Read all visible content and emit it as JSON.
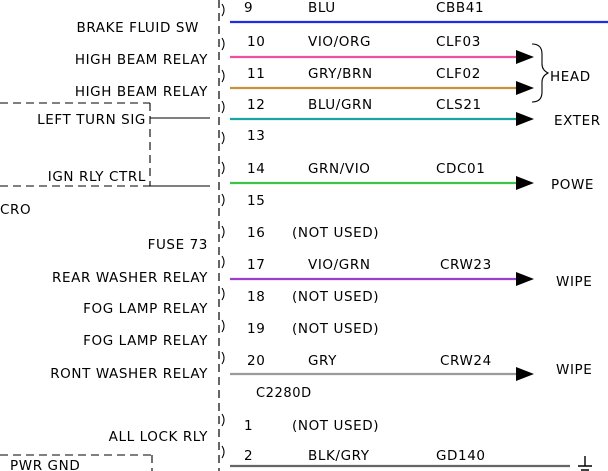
{
  "connector_label": "C2280D",
  "wire_colors": {
    "BLU": "#1f2be8",
    "VIO/ORG": "#ef4f9e",
    "GRY/BRN": "#c8913c",
    "BLU/GRN": "#1aa3a0",
    "GRN/VIO": "#3bc44a",
    "VIO/GRN": "#9b3fd3",
    "GRY": "#9a9a9a",
    "BLK/GRY": "#666666",
    "connector": "#000000"
  },
  "left_labels": [
    {
      "id": "brake-fluid-sw",
      "text": "BRAKE FLUID SW"
    },
    {
      "id": "high-beam-relay-1",
      "text": "HIGH BEAM RELAY"
    },
    {
      "id": "high-beam-relay-2",
      "text": "HIGH BEAM RELAY"
    },
    {
      "id": "left-turn-sig",
      "text": "LEFT TURN SIG"
    },
    {
      "id": "ign-rly-ctrl",
      "text": "IGN RLY CTRL"
    },
    {
      "id": "cro",
      "text": "CRO"
    },
    {
      "id": "fuse-73",
      "text": "FUSE 73"
    },
    {
      "id": "rear-washer-relay",
      "text": "REAR WASHER RELAY"
    },
    {
      "id": "fog-lamp-relay-1",
      "text": "FOG LAMP RELAY"
    },
    {
      "id": "fog-lamp-relay-2",
      "text": "FOG LAMP RELAY"
    },
    {
      "id": "front-washer-relay",
      "text": "RONT WASHER RELAY"
    },
    {
      "id": "all-lock-rly",
      "text": "ALL LOCK RLY"
    },
    {
      "id": "pwr-gnd",
      "text": "PWR GND"
    }
  ],
  "pins": [
    {
      "pin": "9",
      "color": "BLU",
      "circuit": "CBB41",
      "dest": ""
    },
    {
      "pin": "10",
      "color": "VIO/ORG",
      "circuit": "CLF03",
      "dest": ""
    },
    {
      "pin": "11",
      "color": "GRY/BRN",
      "circuit": "CLF02",
      "dest": ""
    },
    {
      "pin": "12",
      "color": "BLU/GRN",
      "circuit": "CLS21",
      "dest": "EXTER"
    },
    {
      "pin": "13",
      "color": "",
      "circuit": "",
      "dest": ""
    },
    {
      "pin": "14",
      "color": "GRN/VIO",
      "circuit": "CDC01",
      "dest": "POWE"
    },
    {
      "pin": "15",
      "color": "",
      "circuit": "",
      "dest": ""
    },
    {
      "pin": "16",
      "color": "(NOT USED)",
      "circuit": "",
      "dest": ""
    },
    {
      "pin": "17",
      "color": "VIO/GRN",
      "circuit": "CRW23",
      "dest": "WIPE"
    },
    {
      "pin": "18",
      "color": "(NOT USED)",
      "circuit": "",
      "dest": ""
    },
    {
      "pin": "19",
      "color": "(NOT USED)",
      "circuit": "",
      "dest": ""
    },
    {
      "pin": "20",
      "color": "GRY",
      "circuit": "CRW24",
      "dest": "WIPE"
    },
    {
      "pin": "1",
      "color": "(NOT USED)",
      "circuit": "",
      "dest": ""
    },
    {
      "pin": "2",
      "color": "BLK/GRY",
      "circuit": "GD140",
      "dest": ""
    }
  ],
  "head_label": "HEAD"
}
